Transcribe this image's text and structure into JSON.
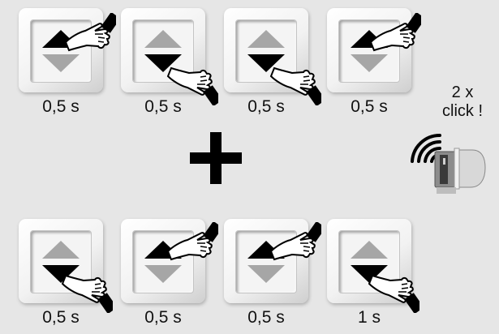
{
  "top_row": [
    {
      "duration": "0,5 s",
      "pressed": "up"
    },
    {
      "duration": "0,5 s",
      "pressed": "down"
    },
    {
      "duration": "0,5 s",
      "pressed": "down"
    },
    {
      "duration": "0,5 s",
      "pressed": "up"
    }
  ],
  "bottom_row": [
    {
      "duration": "0,5 s",
      "pressed": "down"
    },
    {
      "duration": "0,5 s",
      "pressed": "up"
    },
    {
      "duration": "0,5 s",
      "pressed": "up"
    },
    {
      "duration": "1 s",
      "pressed": "down"
    }
  ],
  "click_instruction": {
    "line1": "2 x",
    "line2": "click !"
  },
  "colors": {
    "background": "#e6e6e6",
    "pressed_arrow": "#000000",
    "idle_arrow": "#a6a6a6"
  },
  "icons": {
    "hand": "pointing-hand-icon",
    "plus": "plus-icon",
    "receiver": "wireless-receiver-icon"
  }
}
